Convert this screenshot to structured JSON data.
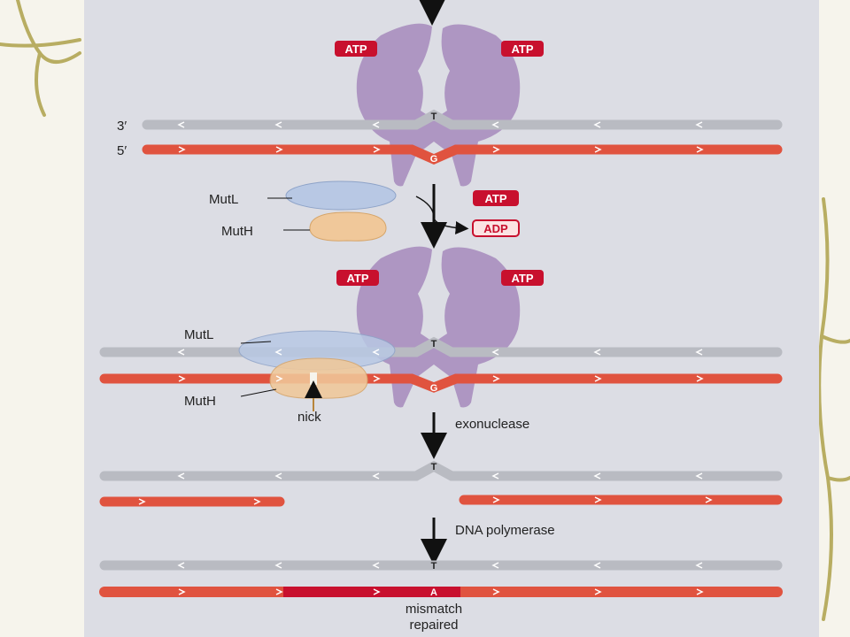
{
  "diagram": {
    "steps": {
      "s1": {
        "atp_left": "ATP",
        "atp_right": "ATP",
        "label_3p": "3′",
        "label_5p": "5′",
        "mismatch_top": "T",
        "mismatch_bottom": "G"
      },
      "s2": {
        "mutl": "MutL",
        "muth": "MutH",
        "atp_in": "ATP",
        "adp_out": "ADP"
      },
      "s3": {
        "atp_left": "ATP",
        "atp_right": "ATP",
        "mutl": "MutL",
        "muth": "MutH",
        "nick": "nick",
        "mismatch_top": "T",
        "mismatch_bottom": "G"
      },
      "s4": {
        "enzyme": "exonuclease",
        "mismatch_top": "T"
      },
      "s5": {
        "enzyme": "DNA polymerase",
        "mismatch_top": "T",
        "repaired_base": "A",
        "caption_line1": "mismatch",
        "caption_line2": "repaired"
      }
    },
    "colors": {
      "strand_gray": "#b9bbc2",
      "strand_red": "#e0533f",
      "mutS": "#a98fbf",
      "mutL": "#b8c8e4",
      "mutH": "#f0c89a",
      "atp_badge": "#c8102e",
      "panel": "#dcdde4",
      "frame": "#b8ad62"
    },
    "icons": [
      "mutS-clamp-icon",
      "atp-badge-icon",
      "adp-badge-icon",
      "step-arrow-icon",
      "chevron-right-icon",
      "chevron-left-icon",
      "vine-border-icon"
    ]
  }
}
